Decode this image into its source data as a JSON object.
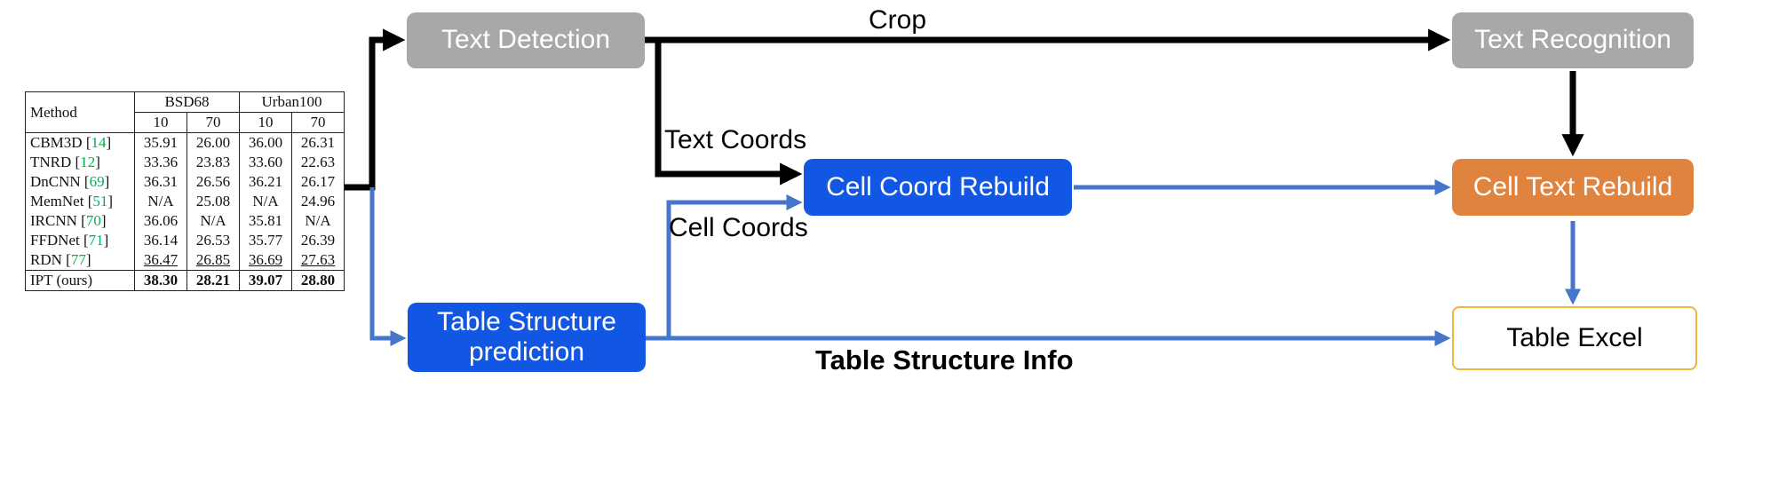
{
  "colors": {
    "gray_box": "#a8a8a8",
    "blue_box": "#1157e3",
    "orange_box": "#e0833f",
    "excel_border": "#f0b440",
    "blue_arrow": "#4576c9",
    "black_arrow": "#000000",
    "citation_green": "#00b050"
  },
  "nodes": {
    "text_detection": "Text Detection",
    "text_recognition": "Text Recognition",
    "cell_coord_rebuild": "Cell Coord Rebuild",
    "cell_text_rebuild": "Cell Text Rebuild",
    "table_structure_prediction": "Table Structure prediction",
    "table_excel": "Table Excel"
  },
  "edge_labels": {
    "crop": "Crop",
    "text_coords": "Text Coords",
    "cell_coords": "Cell Coords",
    "table_structure_info": "Table Structure Info"
  },
  "input_table": {
    "header": {
      "method": "Method",
      "groups": [
        "BSD68",
        "Urban100"
      ],
      "sub": [
        "10",
        "70",
        "10",
        "70"
      ]
    },
    "rows": [
      {
        "method": "CBM3D",
        "cite": "14",
        "values": [
          "35.91",
          "26.00",
          "36.00",
          "26.31"
        ]
      },
      {
        "method": "TNRD",
        "cite": "12",
        "values": [
          "33.36",
          "23.83",
          "33.60",
          "22.63"
        ]
      },
      {
        "method": "DnCNN",
        "cite": "69",
        "values": [
          "36.31",
          "26.56",
          "36.21",
          "26.17"
        ]
      },
      {
        "method": "MemNet",
        "cite": "51",
        "values": [
          "N/A",
          "25.08",
          "N/A",
          "24.96"
        ]
      },
      {
        "method": "IRCNN",
        "cite": "70",
        "values": [
          "36.06",
          "N/A",
          "35.81",
          "N/A"
        ]
      },
      {
        "method": "FFDNet",
        "cite": "71",
        "values": [
          "36.14",
          "26.53",
          "35.77",
          "26.39"
        ]
      },
      {
        "method": "RDN",
        "cite": "77",
        "values": [
          "36.47",
          "26.85",
          "36.69",
          "27.63"
        ]
      },
      {
        "method": "IPT (ours)",
        "cite": "",
        "values": [
          "38.30",
          "28.21",
          "39.07",
          "28.80"
        ]
      }
    ]
  }
}
